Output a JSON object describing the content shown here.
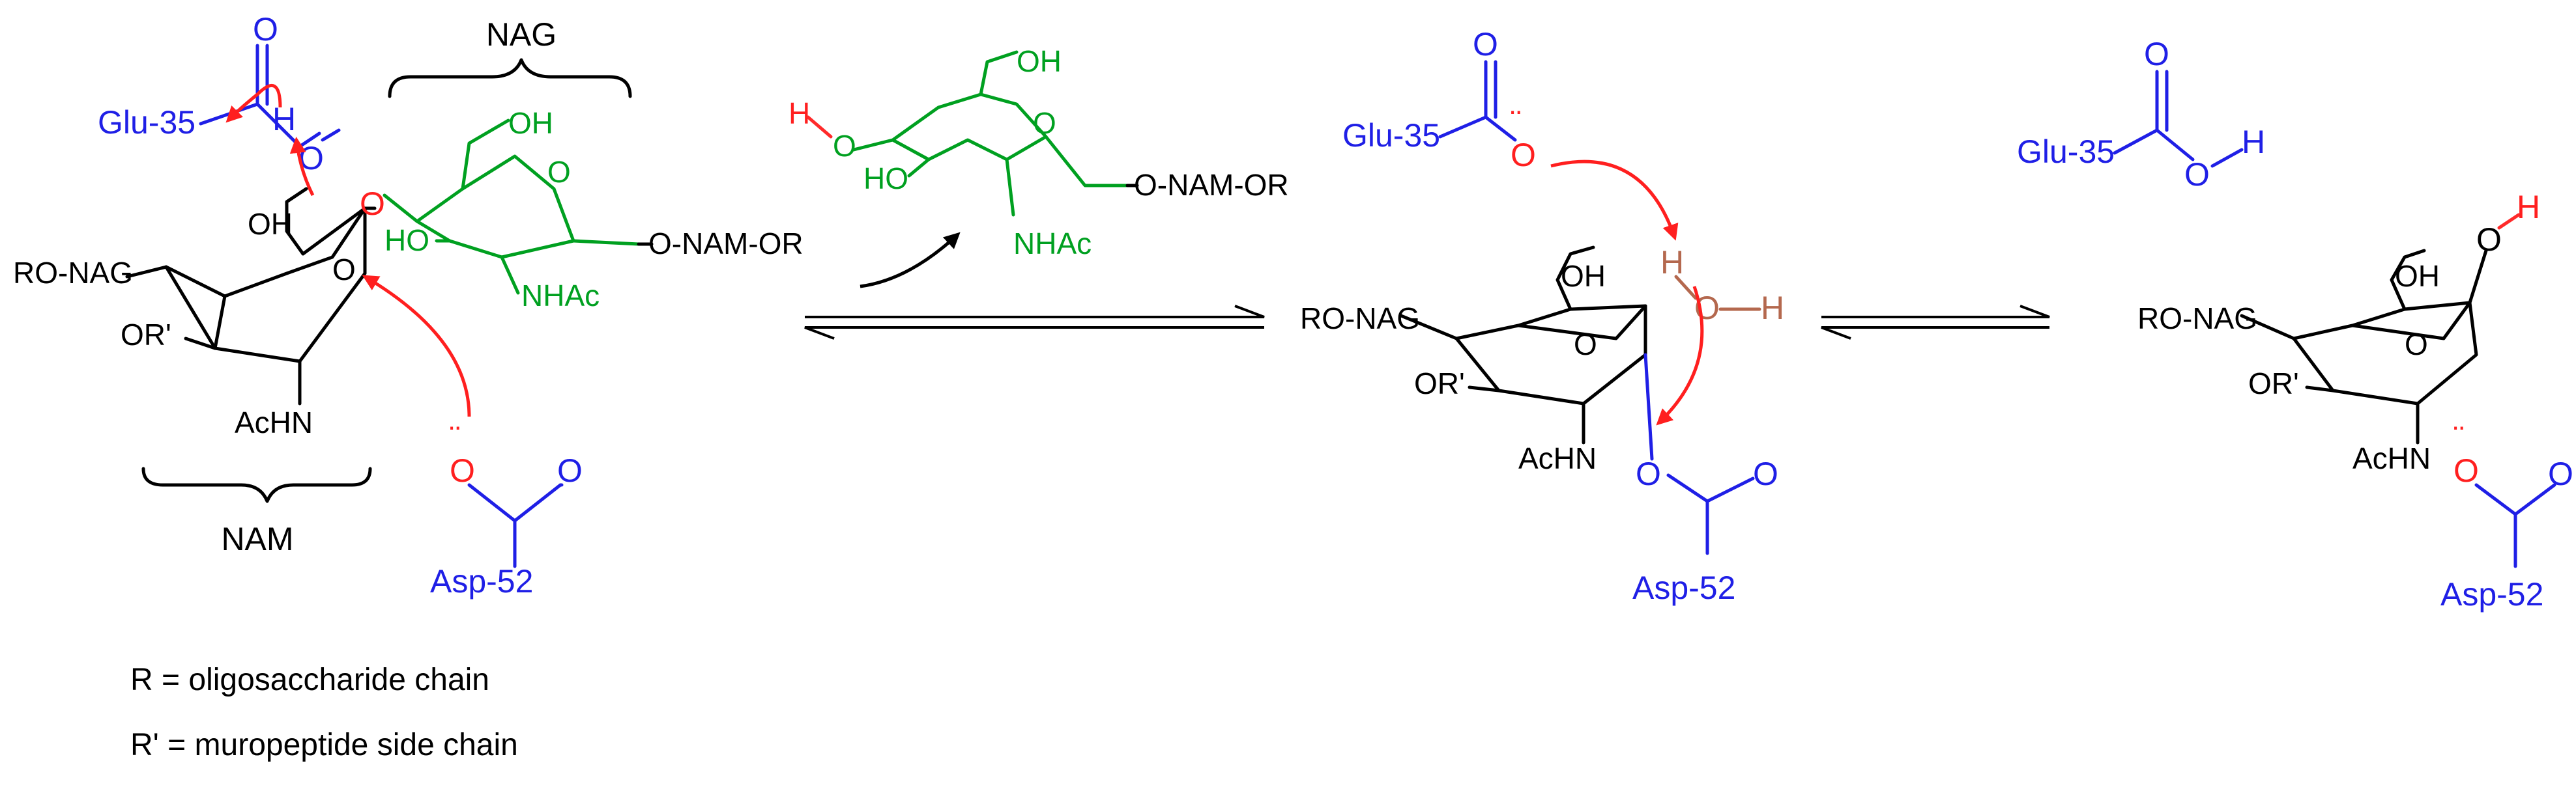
{
  "labels": {
    "nag_bracket": "NAG",
    "nam_bracket": "NAM",
    "glu35": "Glu-35",
    "asp52": "Asp-52",
    "ro_nag": "RO-NAG",
    "o_nam_or": "O-NAM-OR",
    "or_prime": "OR'",
    "achn": "AcHN",
    "nhac": "NHAc",
    "oh": "OH",
    "ho": "HO",
    "atom_o": "O",
    "atom_h": "H",
    "lone_pair": "¨"
  },
  "legend": {
    "r_def": "R = oligosaccharide chain",
    "rprime_def": "R' = muropeptide side chain"
  },
  "colors": {
    "enzyme_residue": "#1f1fe6",
    "leaving_sugar": "#00a020",
    "electron_arrow": "#ff1f1f",
    "water": "#b4684e",
    "substrate": "#000000"
  }
}
